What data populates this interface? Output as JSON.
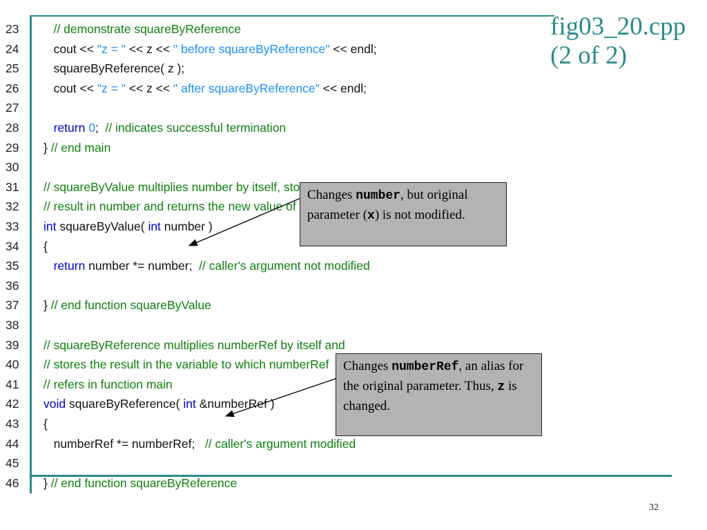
{
  "slide": {
    "title_line1": "fig03_20.cpp",
    "title_line2": "(2 of 2)",
    "page_number": "32"
  },
  "code_lines": [
    {
      "num": "23",
      "parts": [
        {
          "t": "   ",
          "c": "tx"
        },
        {
          "t": "// demonstrate squareByReference",
          "c": "cm"
        }
      ]
    },
    {
      "num": "24",
      "parts": [
        {
          "t": "   cout << ",
          "c": "tx"
        },
        {
          "t": "\"z = \"",
          "c": "st"
        },
        {
          "t": " << z << ",
          "c": "tx"
        },
        {
          "t": "\" before squareByReference\"",
          "c": "st"
        },
        {
          "t": " << endl;",
          "c": "tx"
        }
      ]
    },
    {
      "num": "25",
      "parts": [
        {
          "t": "   squareByReference( z );",
          "c": "tx"
        }
      ]
    },
    {
      "num": "26",
      "parts": [
        {
          "t": "   cout << ",
          "c": "tx"
        },
        {
          "t": "\"z = \"",
          "c": "st"
        },
        {
          "t": " << z << ",
          "c": "tx"
        },
        {
          "t": "\" after squareByReference\"",
          "c": "st"
        },
        {
          "t": " << endl;",
          "c": "tx"
        }
      ]
    },
    {
      "num": "27",
      "parts": []
    },
    {
      "num": "28",
      "parts": [
        {
          "t": "   ",
          "c": "tx"
        },
        {
          "t": "return",
          "c": "kw"
        },
        {
          "t": " ",
          "c": "tx"
        },
        {
          "t": "0",
          "c": "st"
        },
        {
          "t": ";  ",
          "c": "tx"
        },
        {
          "t": "// indicates successful termination",
          "c": "cm"
        }
      ]
    },
    {
      "num": "29",
      "parts": [
        {
          "t": "} ",
          "c": "tx"
        },
        {
          "t": "// end main",
          "c": "cm"
        }
      ]
    },
    {
      "num": "30",
      "parts": []
    },
    {
      "num": "31",
      "parts": [
        {
          "t": "// squareByValue multiplies number by itself, stores the",
          "c": "cm"
        }
      ]
    },
    {
      "num": "32",
      "parts": [
        {
          "t": "// result in number and returns the new value of number",
          "c": "cm"
        }
      ]
    },
    {
      "num": "33",
      "parts": [
        {
          "t": "int",
          "c": "kw"
        },
        {
          "t": " squareByValue( ",
          "c": "tx"
        },
        {
          "t": "int",
          "c": "kw"
        },
        {
          "t": " number )",
          "c": "tx"
        }
      ]
    },
    {
      "num": "34",
      "parts": [
        {
          "t": "{",
          "c": "tx"
        }
      ]
    },
    {
      "num": "35",
      "parts": [
        {
          "t": "   ",
          "c": "tx"
        },
        {
          "t": "return",
          "c": "kw"
        },
        {
          "t": " number *= number;  ",
          "c": "tx"
        },
        {
          "t": "// caller's argument not modified",
          "c": "cm"
        }
      ]
    },
    {
      "num": "36",
      "parts": []
    },
    {
      "num": "37",
      "parts": [
        {
          "t": "} ",
          "c": "tx"
        },
        {
          "t": "// end function squareByValue",
          "c": "cm"
        }
      ]
    },
    {
      "num": "38",
      "parts": []
    },
    {
      "num": "39",
      "parts": [
        {
          "t": "// squareByReference multiplies numberRef by itself and",
          "c": "cm"
        }
      ]
    },
    {
      "num": "40",
      "parts": [
        {
          "t": "// stores the result in the variable to which numberRef",
          "c": "cm"
        }
      ]
    },
    {
      "num": "41",
      "parts": [
        {
          "t": "// refers in function main",
          "c": "cm"
        }
      ]
    },
    {
      "num": "42",
      "parts": [
        {
          "t": "void",
          "c": "kw"
        },
        {
          "t": " squareByReference( ",
          "c": "tx"
        },
        {
          "t": "int",
          "c": "kw"
        },
        {
          "t": " &numberRef )",
          "c": "tx"
        }
      ]
    },
    {
      "num": "43",
      "parts": [
        {
          "t": "{",
          "c": "tx"
        }
      ]
    },
    {
      "num": "44",
      "parts": [
        {
          "t": "   numberRef *= numberRef;   ",
          "c": "tx"
        },
        {
          "t": "// caller's argument modified",
          "c": "cm"
        }
      ]
    },
    {
      "num": "45",
      "parts": []
    },
    {
      "num": "46",
      "parts": [
        {
          "t": "} ",
          "c": "tx"
        },
        {
          "t": "// end function squareByReference",
          "c": "cm"
        }
      ]
    }
  ],
  "callouts": {
    "by_value": {
      "pre": "Changes ",
      "code1": "number",
      "mid": ", but original parameter (",
      "code2": "x",
      "post": ") is not modified."
    },
    "by_reference": {
      "pre": "Changes ",
      "code1": "numberRef",
      "mid": ", an alias for the original parameter. Thus, ",
      "code2": "z",
      "post": " is changed."
    }
  },
  "colors": {
    "accent": "#2b8a8a",
    "keyword": "#0000cc",
    "comment": "#108010",
    "string": "#1e90ff",
    "callout_bg": "#b3b3b3"
  }
}
